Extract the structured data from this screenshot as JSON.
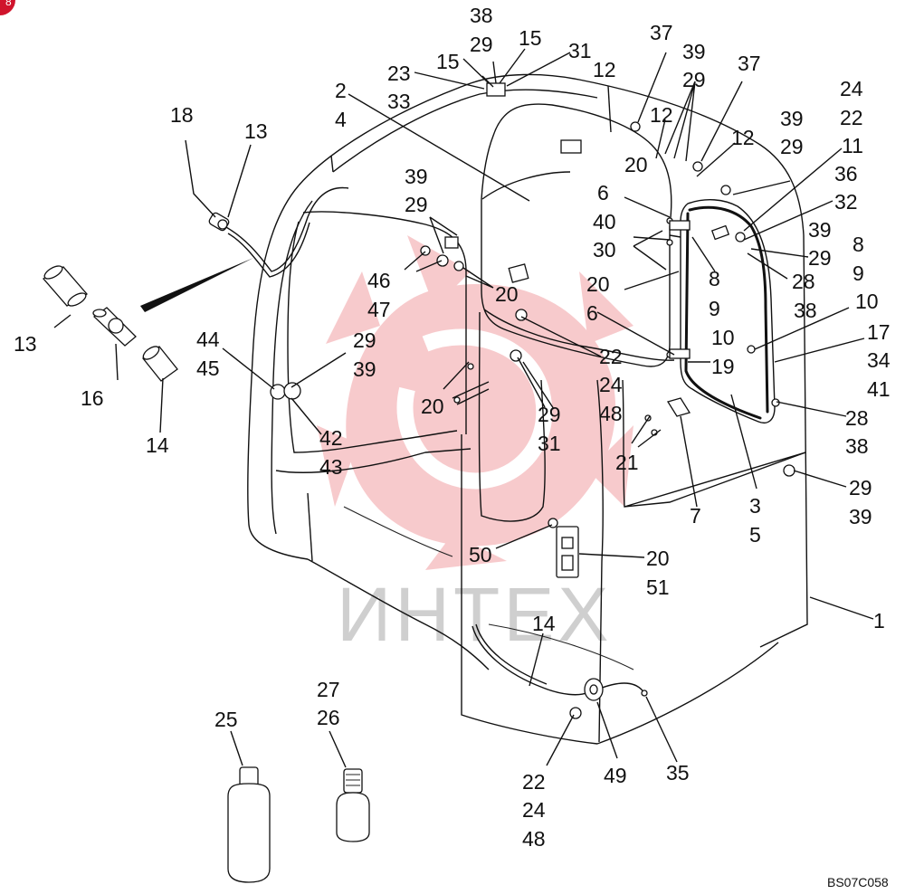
{
  "diagram": {
    "drawing_code": "BS07C058",
    "watermark_text": "ИНТЕХ",
    "corner_badge": "8",
    "callouts": [
      {
        "id": "c1",
        "label": "38"
      },
      {
        "id": "c2",
        "label": "29"
      },
      {
        "id": "c3",
        "label": "15"
      },
      {
        "id": "c4",
        "label": "15"
      },
      {
        "id": "c5",
        "label": "31"
      },
      {
        "id": "c6",
        "label": "23"
      },
      {
        "id": "c7",
        "label": "33"
      },
      {
        "id": "c8",
        "label": "2"
      },
      {
        "id": "c9",
        "label": "4"
      },
      {
        "id": "c10",
        "label": "12"
      },
      {
        "id": "c11",
        "label": "37"
      },
      {
        "id": "c12",
        "label": "39"
      },
      {
        "id": "c13",
        "label": "29"
      },
      {
        "id": "c14",
        "label": "37"
      },
      {
        "id": "c15",
        "label": "12"
      },
      {
        "id": "c16",
        "label": "12"
      },
      {
        "id": "c17",
        "label": "20"
      },
      {
        "id": "c18",
        "label": "24"
      },
      {
        "id": "c19",
        "label": "22"
      },
      {
        "id": "c20",
        "label": "11"
      },
      {
        "id": "c21",
        "label": "36"
      },
      {
        "id": "c22",
        "label": "32"
      },
      {
        "id": "c23",
        "label": "39"
      },
      {
        "id": "c24",
        "label": "29"
      },
      {
        "id": "c25",
        "label": "39"
      },
      {
        "id": "c26",
        "label": "29"
      },
      {
        "id": "c27",
        "label": "8"
      },
      {
        "id": "c28",
        "label": "9"
      },
      {
        "id": "c29",
        "label": "28"
      },
      {
        "id": "c30",
        "label": "38"
      },
      {
        "id": "c31",
        "label": "10"
      },
      {
        "id": "c32",
        "label": "17"
      },
      {
        "id": "c33",
        "label": "34"
      },
      {
        "id": "c34",
        "label": "41"
      },
      {
        "id": "c35",
        "label": "18"
      },
      {
        "id": "c36",
        "label": "13"
      },
      {
        "id": "c37",
        "label": "39"
      },
      {
        "id": "c38",
        "label": "29"
      },
      {
        "id": "c39",
        "label": "6"
      },
      {
        "id": "c40",
        "label": "40"
      },
      {
        "id": "c41",
        "label": "30"
      },
      {
        "id": "c42",
        "label": "8"
      },
      {
        "id": "c43",
        "label": "9"
      },
      {
        "id": "c44",
        "label": "20"
      },
      {
        "id": "c45",
        "label": "6"
      },
      {
        "id": "c46",
        "label": "10"
      },
      {
        "id": "c47",
        "label": "19"
      },
      {
        "id": "c48",
        "label": "46"
      },
      {
        "id": "c49",
        "label": "47"
      },
      {
        "id": "c50",
        "label": "20"
      },
      {
        "id": "c51",
        "label": "13"
      },
      {
        "id": "c52",
        "label": "16"
      },
      {
        "id": "c53",
        "label": "14"
      },
      {
        "id": "c54",
        "label": "44"
      },
      {
        "id": "c55",
        "label": "45"
      },
      {
        "id": "c56",
        "label": "29"
      },
      {
        "id": "c57",
        "label": "39"
      },
      {
        "id": "c58",
        "label": "42"
      },
      {
        "id": "c59",
        "label": "43"
      },
      {
        "id": "c60",
        "label": "22"
      },
      {
        "id": "c61",
        "label": "24"
      },
      {
        "id": "c62",
        "label": "48"
      },
      {
        "id": "c63",
        "label": "20"
      },
      {
        "id": "c64",
        "label": "29"
      },
      {
        "id": "c65",
        "label": "31"
      },
      {
        "id": "c66",
        "label": "21"
      },
      {
        "id": "c67",
        "label": "7"
      },
      {
        "id": "c68",
        "label": "3"
      },
      {
        "id": "c69",
        "label": "5"
      },
      {
        "id": "c70",
        "label": "28"
      },
      {
        "id": "c71",
        "label": "38"
      },
      {
        "id": "c72",
        "label": "29"
      },
      {
        "id": "c73",
        "label": "39"
      },
      {
        "id": "c74",
        "label": "50"
      },
      {
        "id": "c75",
        "label": "20"
      },
      {
        "id": "c76",
        "label": "51"
      },
      {
        "id": "c77",
        "label": "1"
      },
      {
        "id": "c78",
        "label": "14"
      },
      {
        "id": "c79",
        "label": "27"
      },
      {
        "id": "c80",
        "label": "26"
      },
      {
        "id": "c81",
        "label": "25"
      },
      {
        "id": "c82",
        "label": "22"
      },
      {
        "id": "c83",
        "label": "24"
      },
      {
        "id": "c84",
        "label": "48"
      },
      {
        "id": "c85",
        "label": "49"
      },
      {
        "id": "c86",
        "label": "35"
      }
    ]
  },
  "colors": {
    "line": "#111111",
    "watermark": "#f2a0a4",
    "watermark_text": "#cfcfcf",
    "badge": "#d0142c"
  }
}
